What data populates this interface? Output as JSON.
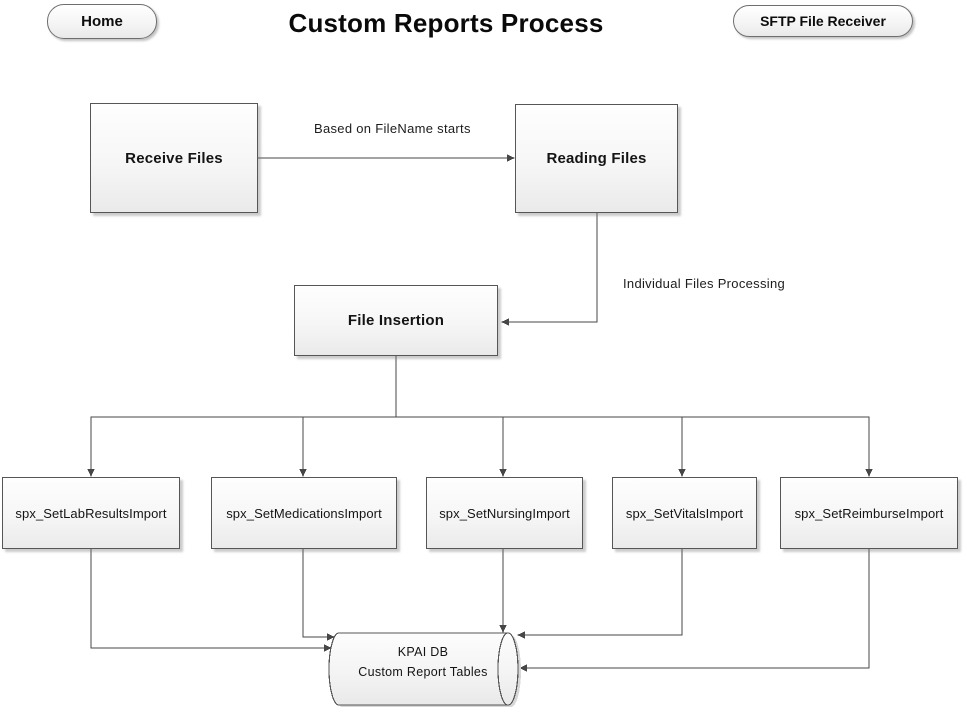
{
  "header": {
    "home_button": "Home",
    "title": "Custom Reports Process",
    "sftp_button": "SFTP File Receiver"
  },
  "flow": {
    "receive_files": "Receive Files",
    "reading_files": "Reading Files",
    "file_insertion": "File Insertion",
    "edge_labels": {
      "filename": "Based on FileName starts",
      "individual": "Individual Files Processing"
    },
    "import_procs": [
      "spx_SetLabResultsImport",
      "spx_SetMedicationsImport",
      "spx_SetNursingImport",
      "spx_SetVitalsImport",
      "spx_SetReimburseImport"
    ],
    "database": {
      "name": "KPAI DB",
      "subtitle": "Custom Report Tables"
    }
  },
  "colors": {
    "background": "#ffffff",
    "connector": "#474747",
    "node_border": "#565656",
    "node_fill_top": "#fefefe",
    "node_fill_bottom": "#eaeaea",
    "shadow": "#9e9e9e",
    "text": "#141414"
  }
}
